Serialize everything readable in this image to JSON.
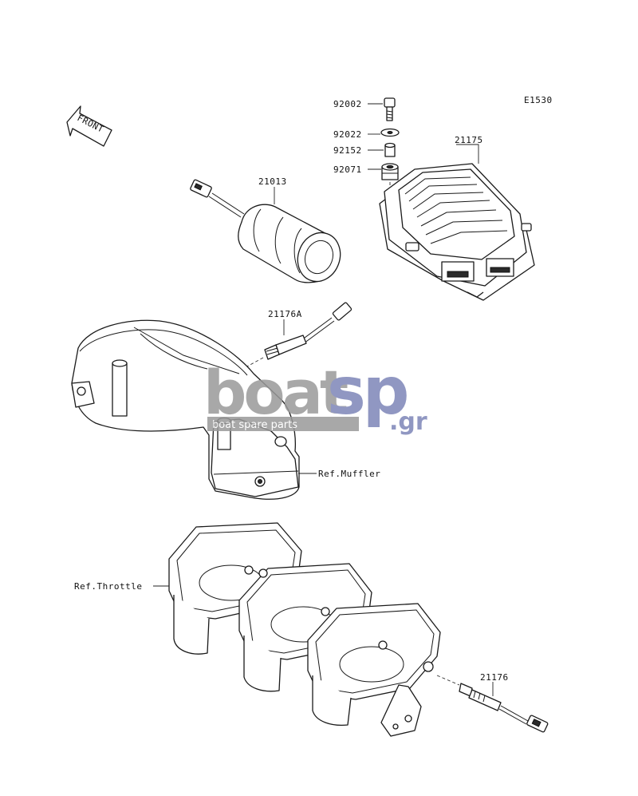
{
  "diagram": {
    "code": "E1530",
    "front_label": "FRONT"
  },
  "parts": [
    {
      "id": "p92002",
      "number": "92002"
    },
    {
      "id": "p92022",
      "number": "92022"
    },
    {
      "id": "p92152",
      "number": "92152"
    },
    {
      "id": "p92071",
      "number": "92071"
    },
    {
      "id": "p21175",
      "number": "21175"
    },
    {
      "id": "p21013",
      "number": "21013"
    },
    {
      "id": "p21176A",
      "number": "21176A"
    },
    {
      "id": "p21176",
      "number": "21176"
    }
  ],
  "references": {
    "muffler": "Ref.Muffler",
    "throttle": "Ref.Throttle"
  },
  "watermark": {
    "brand_left": "boat",
    "brand_right": "sp",
    "tld": ".gr",
    "tagline": "boat spare parts",
    "colors": {
      "left": "#9a9a9a",
      "right": "#7d86b8"
    }
  }
}
